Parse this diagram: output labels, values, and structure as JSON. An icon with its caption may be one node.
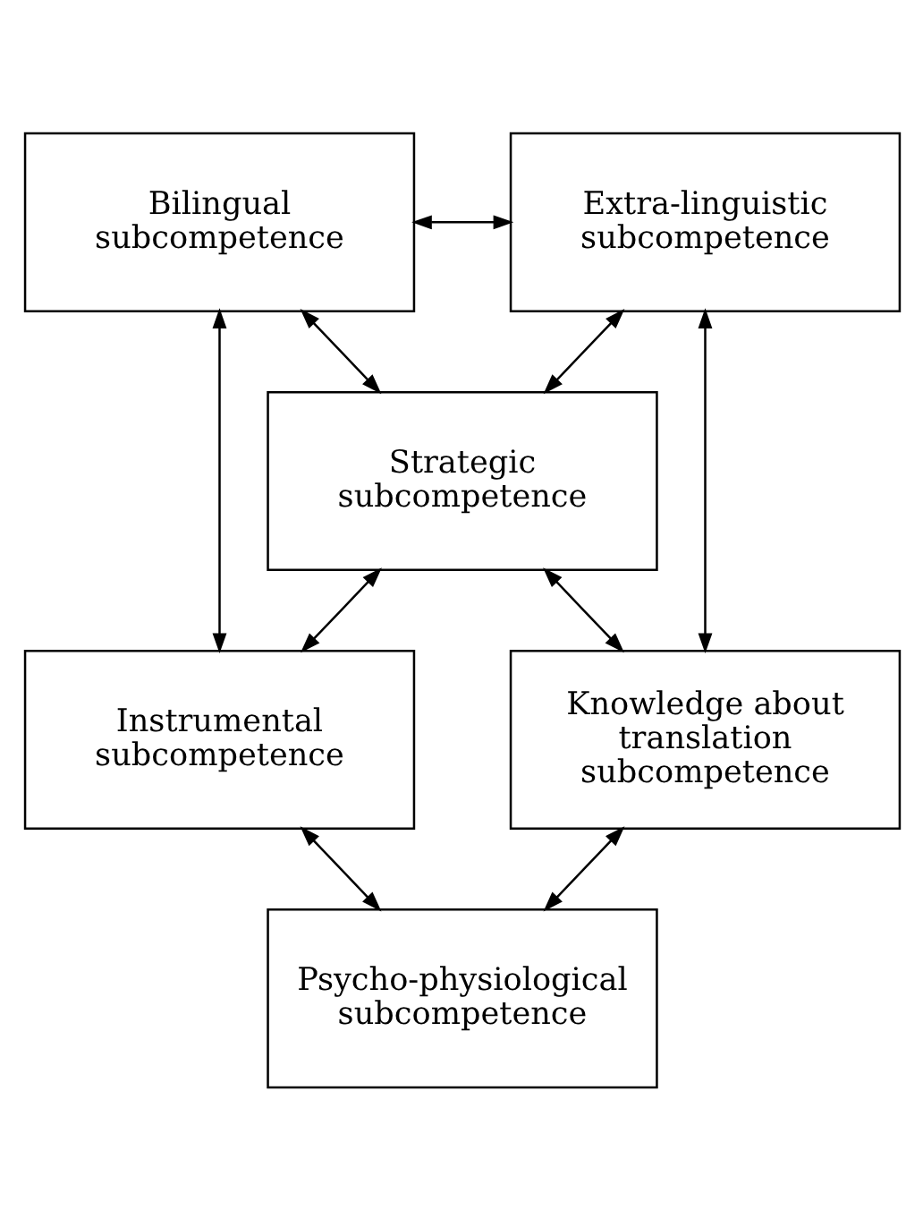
{
  "diagram": {
    "nodes": [
      {
        "text": [
          "Bilingual subcompetence"
        ]
      },
      {
        "text": [
          "Extra-linguistic subcompetence"
        ]
      },
      {
        "text": [
          "Strategic subcompetence"
        ]
      },
      {
        "text": [
          "Instrumental subcompetence"
        ]
      },
      {
        "text": [
          "Knowledge about translation subcompetence"
        ]
      },
      {
        "text": [
          "Psycho-physiological subcompetence"
        ]
      }
    ],
    "edges": [
      {
        "from": 0,
        "to": 1,
        "arrow": "both"
      },
      {
        "from": 0,
        "to": 2,
        "arrow": "both"
      },
      {
        "from": 1,
        "to": 2,
        "arrow": "both"
      },
      {
        "from": 0,
        "to": 3,
        "arrow": "both"
      },
      {
        "from": 1,
        "to": 4,
        "arrow": "both"
      },
      {
        "from": 2,
        "to": 3,
        "arrow": "both"
      },
      {
        "from": 2,
        "to": 4,
        "arrow": "both"
      },
      {
        "from": 5,
        "to": 3,
        "arrow": "both"
      },
      {
        "from": 5,
        "to": 4,
        "arrow": "both"
      }
    ]
  }
}
